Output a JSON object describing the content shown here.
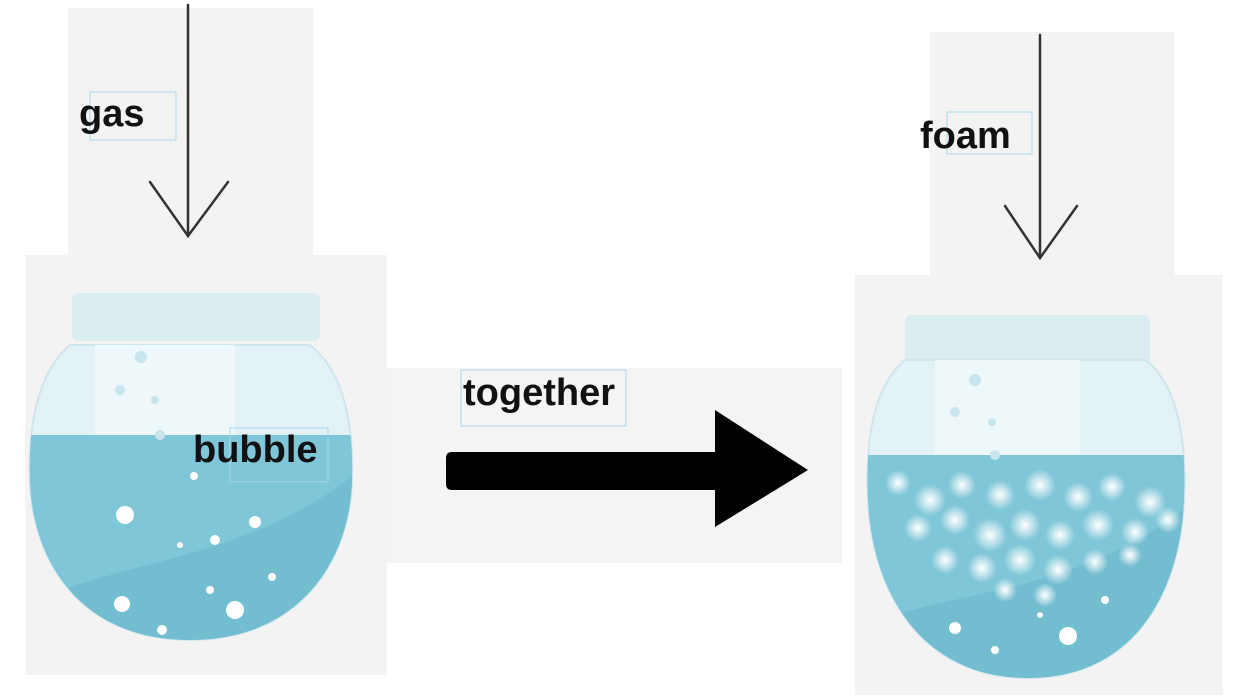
{
  "labels": {
    "gas": "gas",
    "bubble": "bubble",
    "together": "together",
    "foam": "foam"
  },
  "colors": {
    "background": "#ffffff",
    "panel": "#f3f3f3",
    "water": "#7fc6d8",
    "water_dark": "#6bb7cc",
    "jar_glass": "#e3f2f6",
    "lid": "#dcedf2",
    "arrow": "#000000",
    "thin_arrow": "#333333",
    "label_box": "#a9d8ea"
  },
  "icons": {
    "left_jar": "jar-with-bubbles-icon",
    "right_jar": "jar-with-foam-icon",
    "process_arrow": "right-arrow-icon",
    "input_arrows": "down-arrow-icon"
  }
}
